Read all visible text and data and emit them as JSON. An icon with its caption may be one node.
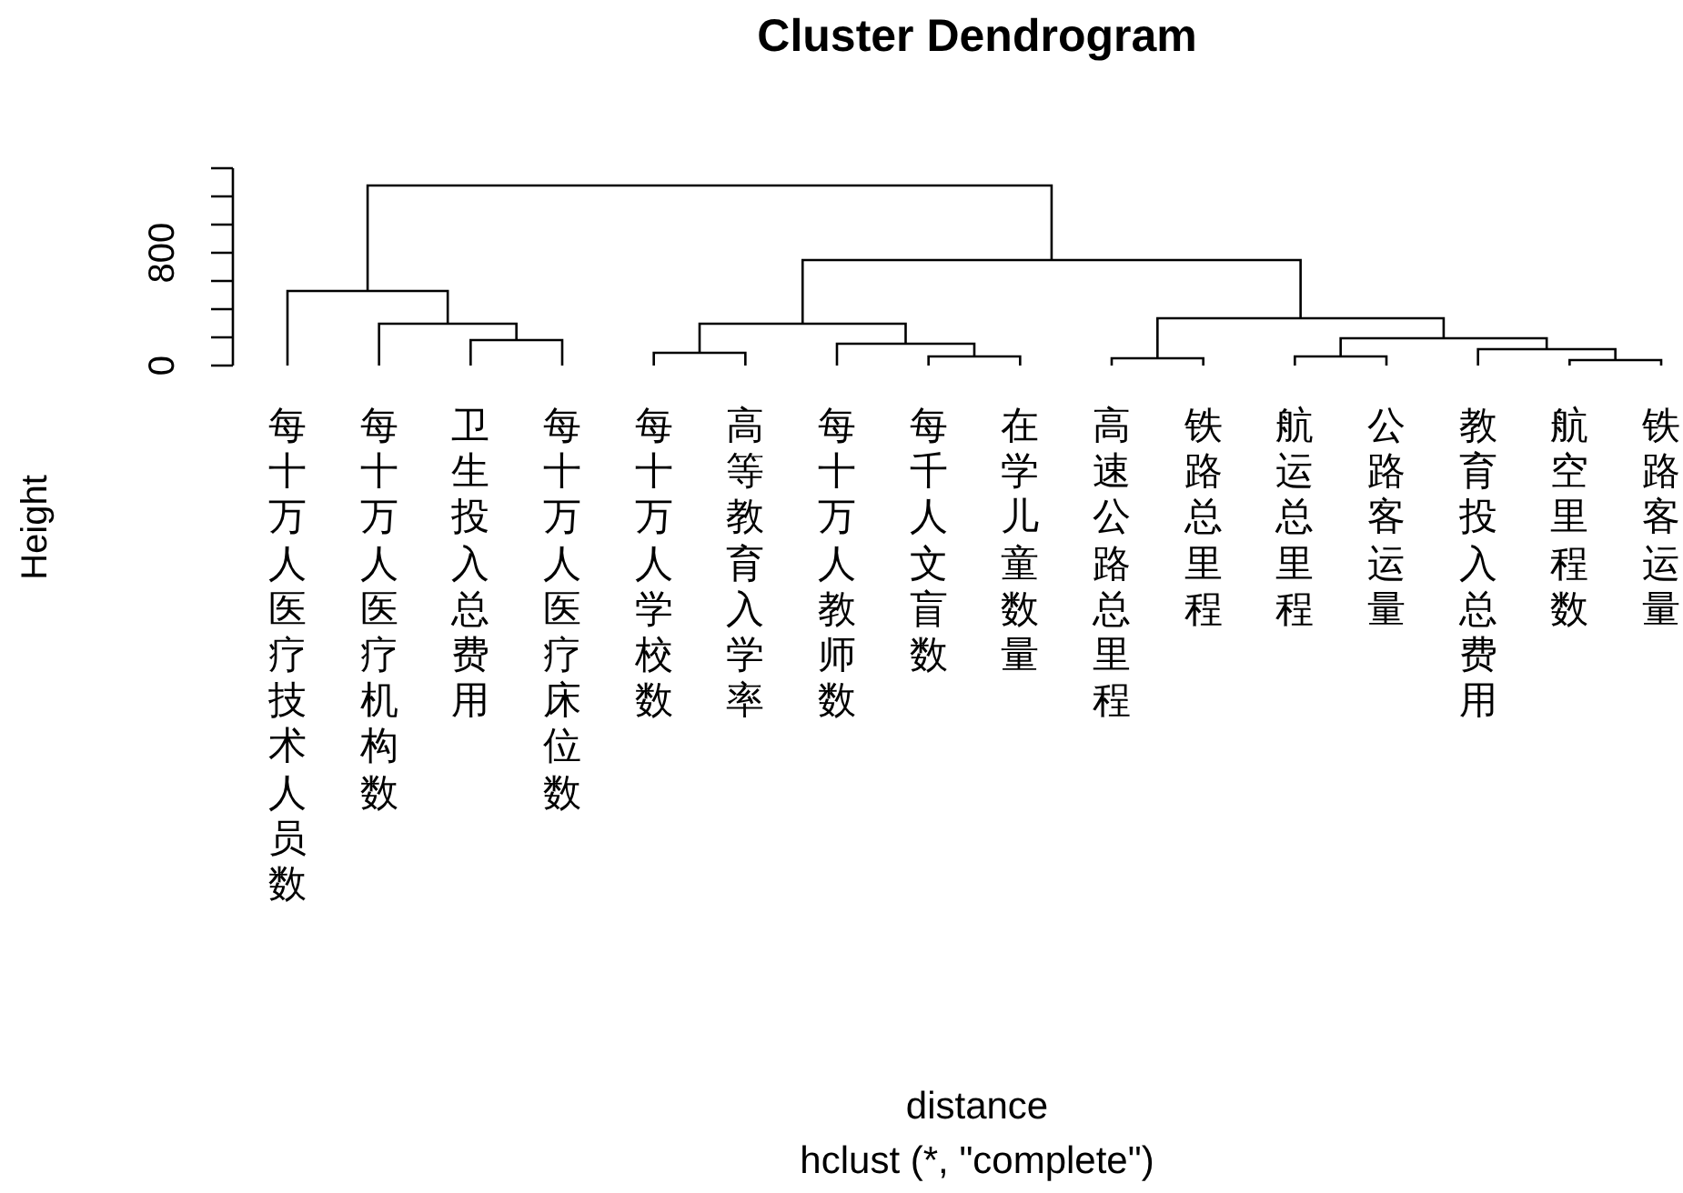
{
  "diagram": {
    "title": "Cluster Dendrogram",
    "caption": "hclust (*, \"complete\")",
    "labels": [
      "0",
      "800",
      "Height",
      "每十万人医疗技术人员数",
      "每十万人医疗机构数",
      "卫生投入总费用",
      "每十万人医疗床位数",
      "每十万人学校数",
      "高等教育入学率",
      "每十万人教师数",
      "每千人文盲数",
      "在学儿童数量",
      "高速公路总里程",
      "铁路总里程",
      "航运总里程",
      "公路客运量",
      "教育投入总费用",
      "航空里程数",
      "铁路客运量",
      "distance"
    ]
  }
}
